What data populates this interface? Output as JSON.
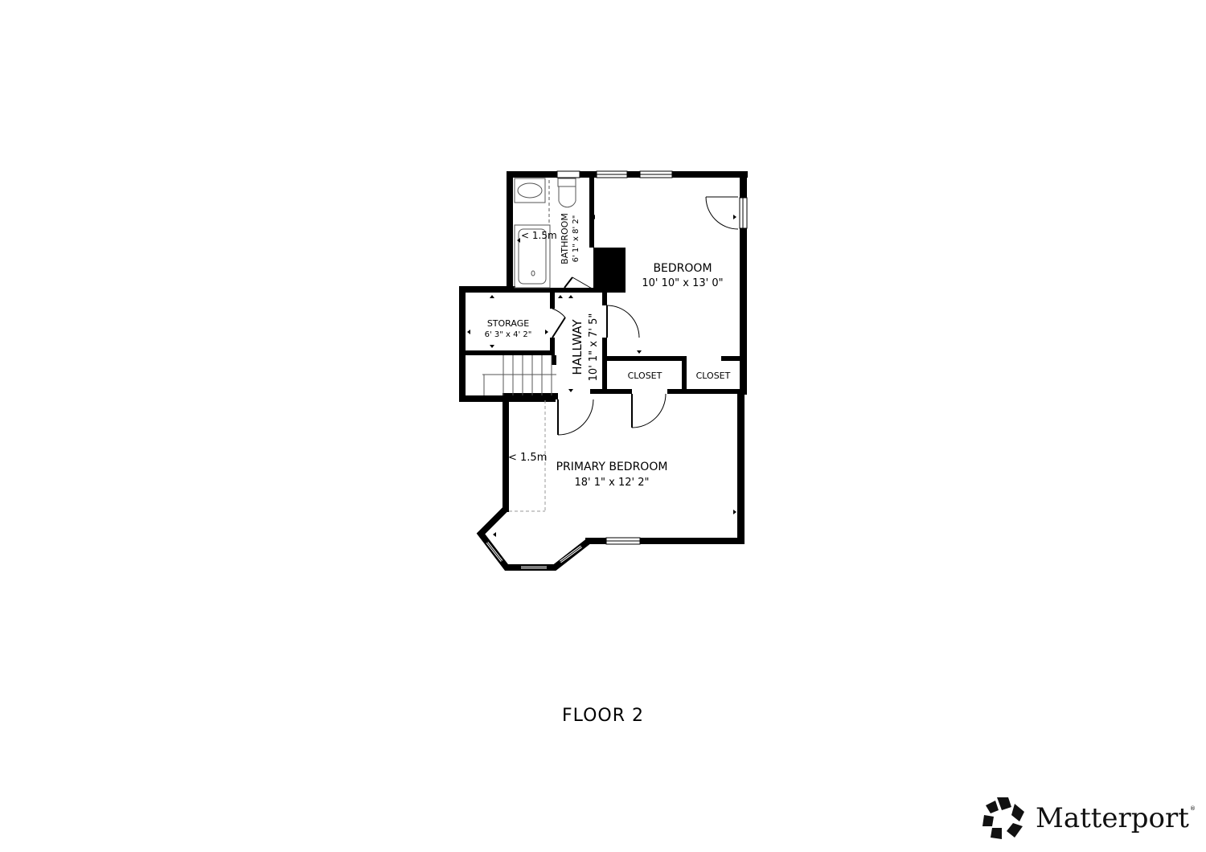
{
  "floor": {
    "label": "FLOOR 2"
  },
  "rooms": {
    "bathroom": {
      "name": "BATHROOM",
      "dims": "6' 1\" x 8' 2\""
    },
    "bedroom": {
      "name": "BEDROOM",
      "dims": "10' 10\" x 13' 0\""
    },
    "storage": {
      "name": "STORAGE",
      "dims": "6' 3\" x 4' 2\""
    },
    "hallway": {
      "name": "HALLWAY",
      "dims": "10' 1\" x 7' 5\""
    },
    "closet_left": {
      "name": "CLOSET"
    },
    "closet_right": {
      "name": "CLOSET"
    },
    "primary_bedroom": {
      "name": "PRIMARY BEDROOM",
      "dims": "18' 1\" x 12' 2\""
    }
  },
  "height_notes": {
    "bathroom": "< 1.5m",
    "primary": "< 1.5m"
  },
  "brand": {
    "name": "Matterport",
    "mark": "®",
    "icon": "matterport-logo-icon"
  },
  "colors": {
    "wall": "#000000",
    "background": "#ffffff",
    "fixture_line": "#555555"
  }
}
